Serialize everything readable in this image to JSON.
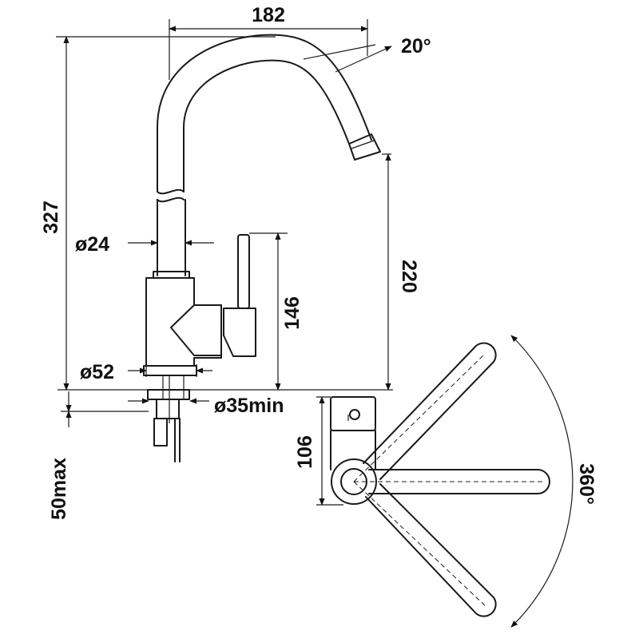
{
  "dimensions": {
    "width_top": "182",
    "angle": "20°",
    "total_height": "327",
    "spout_height": "220",
    "pipe_diameter": "ø24",
    "body_height": "146",
    "base_diameter": "ø52",
    "hole_diameter": "ø35min",
    "plate_thickness": "50max",
    "lever_length": "106",
    "rotation": "360°"
  }
}
